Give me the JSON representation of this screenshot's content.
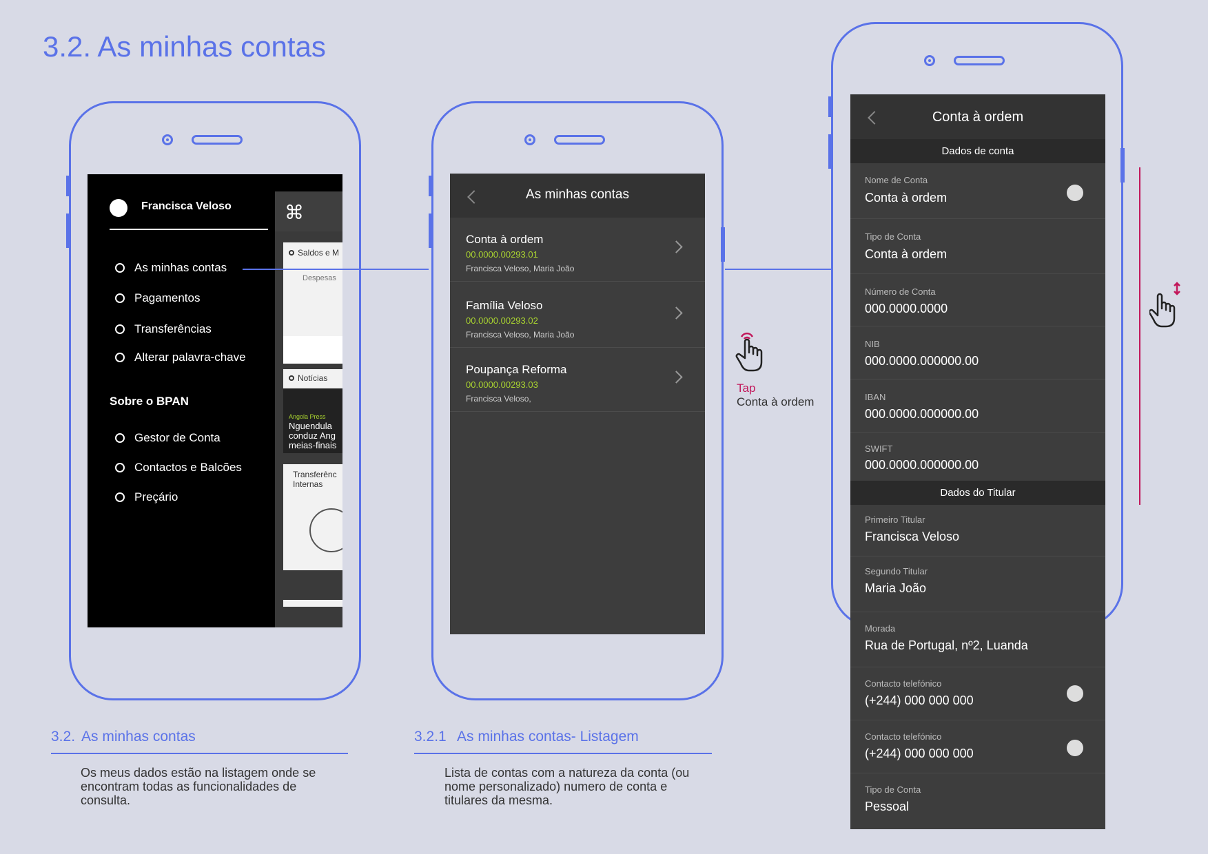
{
  "page": {
    "title": "3.2. As minhas contas",
    "accent_color": "#5a72e8",
    "highlight_color": "#c2185b"
  },
  "screen1": {
    "user_name": "Francisca Veloso",
    "menu": [
      "As minhas contas",
      "Pagamentos",
      "Transferências",
      "Alterar palavra-chave"
    ],
    "section_title": "Sobre o BPAN",
    "about_menu": [
      "Gestor de Conta",
      "Contactos e Balcões",
      "Preçário"
    ],
    "dashboard": {
      "card_saldos": "Saldos e M",
      "card_despesas": "Despesas",
      "card_noticias": "Notícias",
      "news_source": "Angola Press",
      "news_headline": "Nguendula conduz Ang meias-finais",
      "card_transferencias": "Transferênc Internas"
    }
  },
  "screen2": {
    "title": "As minhas contas",
    "accounts": [
      {
        "name": "Conta à ordem",
        "number": "00.0000.00293.01",
        "holders": "Francisca Veloso, Maria João"
      },
      {
        "name": "Família Veloso",
        "number": "00.0000.00293.02",
        "holders": "Francisca Veloso, Maria João"
      },
      {
        "name": "Poupança Reforma",
        "number": "00.0000.00293.03",
        "holders": "Francisca Veloso,"
      }
    ]
  },
  "tap_hint": {
    "label": "Tap",
    "target": "Conta à ordem"
  },
  "screen3": {
    "title": "Conta à ordem",
    "section_account": "Dados de conta",
    "account_fields": [
      {
        "label": "Nome de Conta",
        "value": "Conta à ordem"
      },
      {
        "label": "Tipo de Conta",
        "value": "Conta à ordem"
      },
      {
        "label": "Número de Conta",
        "value": "000.0000.0000"
      },
      {
        "label": "NIB",
        "value": "000.0000.000000.00"
      },
      {
        "label": "IBAN",
        "value": "000.0000.000000.00"
      },
      {
        "label": "SWIFT",
        "value": "000.0000.000000.00"
      }
    ],
    "section_holder": "Dados do Titular",
    "holder_fields": [
      {
        "label": "Primeiro Titular",
        "value": "Francisca Veloso"
      },
      {
        "label": "Segundo Titular",
        "value": "Maria João"
      },
      {
        "label": "Morada",
        "value": "Rua de Portugal, nº2, Luanda"
      },
      {
        "label": "Contacto telefónico",
        "value": "(+244) 000 000 000"
      },
      {
        "label": "Contacto telefónico",
        "value": "(+244) 000 000 000"
      },
      {
        "label": "Tipo de Conta",
        "value": "Pessoal"
      }
    ]
  },
  "captions": [
    {
      "number": "3.2.",
      "title": "As minhas contas",
      "description": "Os meus dados estão na listagem onde se encontram todas as funcionalidades de consulta."
    },
    {
      "number": "3.2.1",
      "title": "As minhas contas- Listagem",
      "description": "Lista de contas com a natureza da conta (ou nome personalizado) numero de conta e titulares da mesma."
    }
  ]
}
